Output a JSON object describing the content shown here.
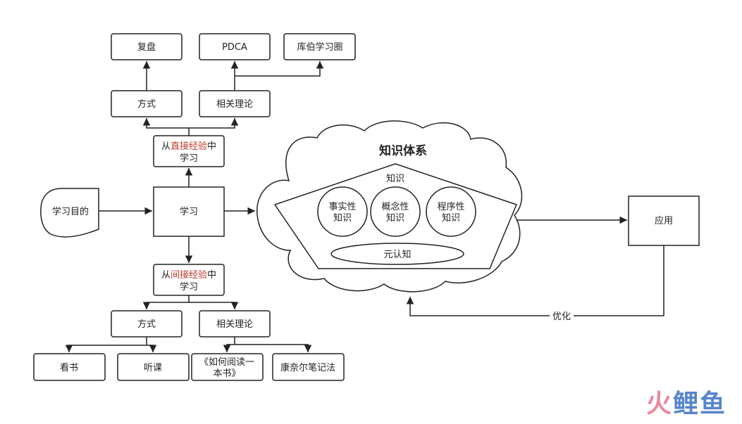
{
  "nodes": {
    "fupan": "复盘",
    "pdca": "PDCA",
    "kolb": "库伯学习圈",
    "fangshi_top": "方式",
    "lilun_top": "相关理论",
    "direct_prefix": "从",
    "direct_hl": "直接经验",
    "direct_suffix": "中",
    "direct_line2": "学习",
    "goal": "学习目的",
    "learn": "学习",
    "indirect_prefix": "从",
    "indirect_hl": "间接经验",
    "indirect_suffix": "中",
    "indirect_line2": "学习",
    "fangshi_bottom": "方式",
    "lilun_bottom": "相关理论",
    "kanshu": "看书",
    "tingke": "听课",
    "book_line1": "《如何阅读一",
    "book_line2": "本书》",
    "cornell": "康奈尔笔记法",
    "apply": "应用"
  },
  "knowledge": {
    "title": "知识体系",
    "label": "知识",
    "factual_1": "事实性",
    "factual_2": "知识",
    "conceptual_1": "概念性",
    "conceptual_2": "知识",
    "procedural_1": "程序性",
    "procedural_2": "知识",
    "meta": "元认知"
  },
  "edges": {
    "optimize": "优化"
  },
  "watermark": {
    "part1": "火",
    "part2": "鲤",
    "part3": "鱼"
  },
  "colors": {
    "highlight": "#c0392b",
    "stroke": "#222222"
  }
}
